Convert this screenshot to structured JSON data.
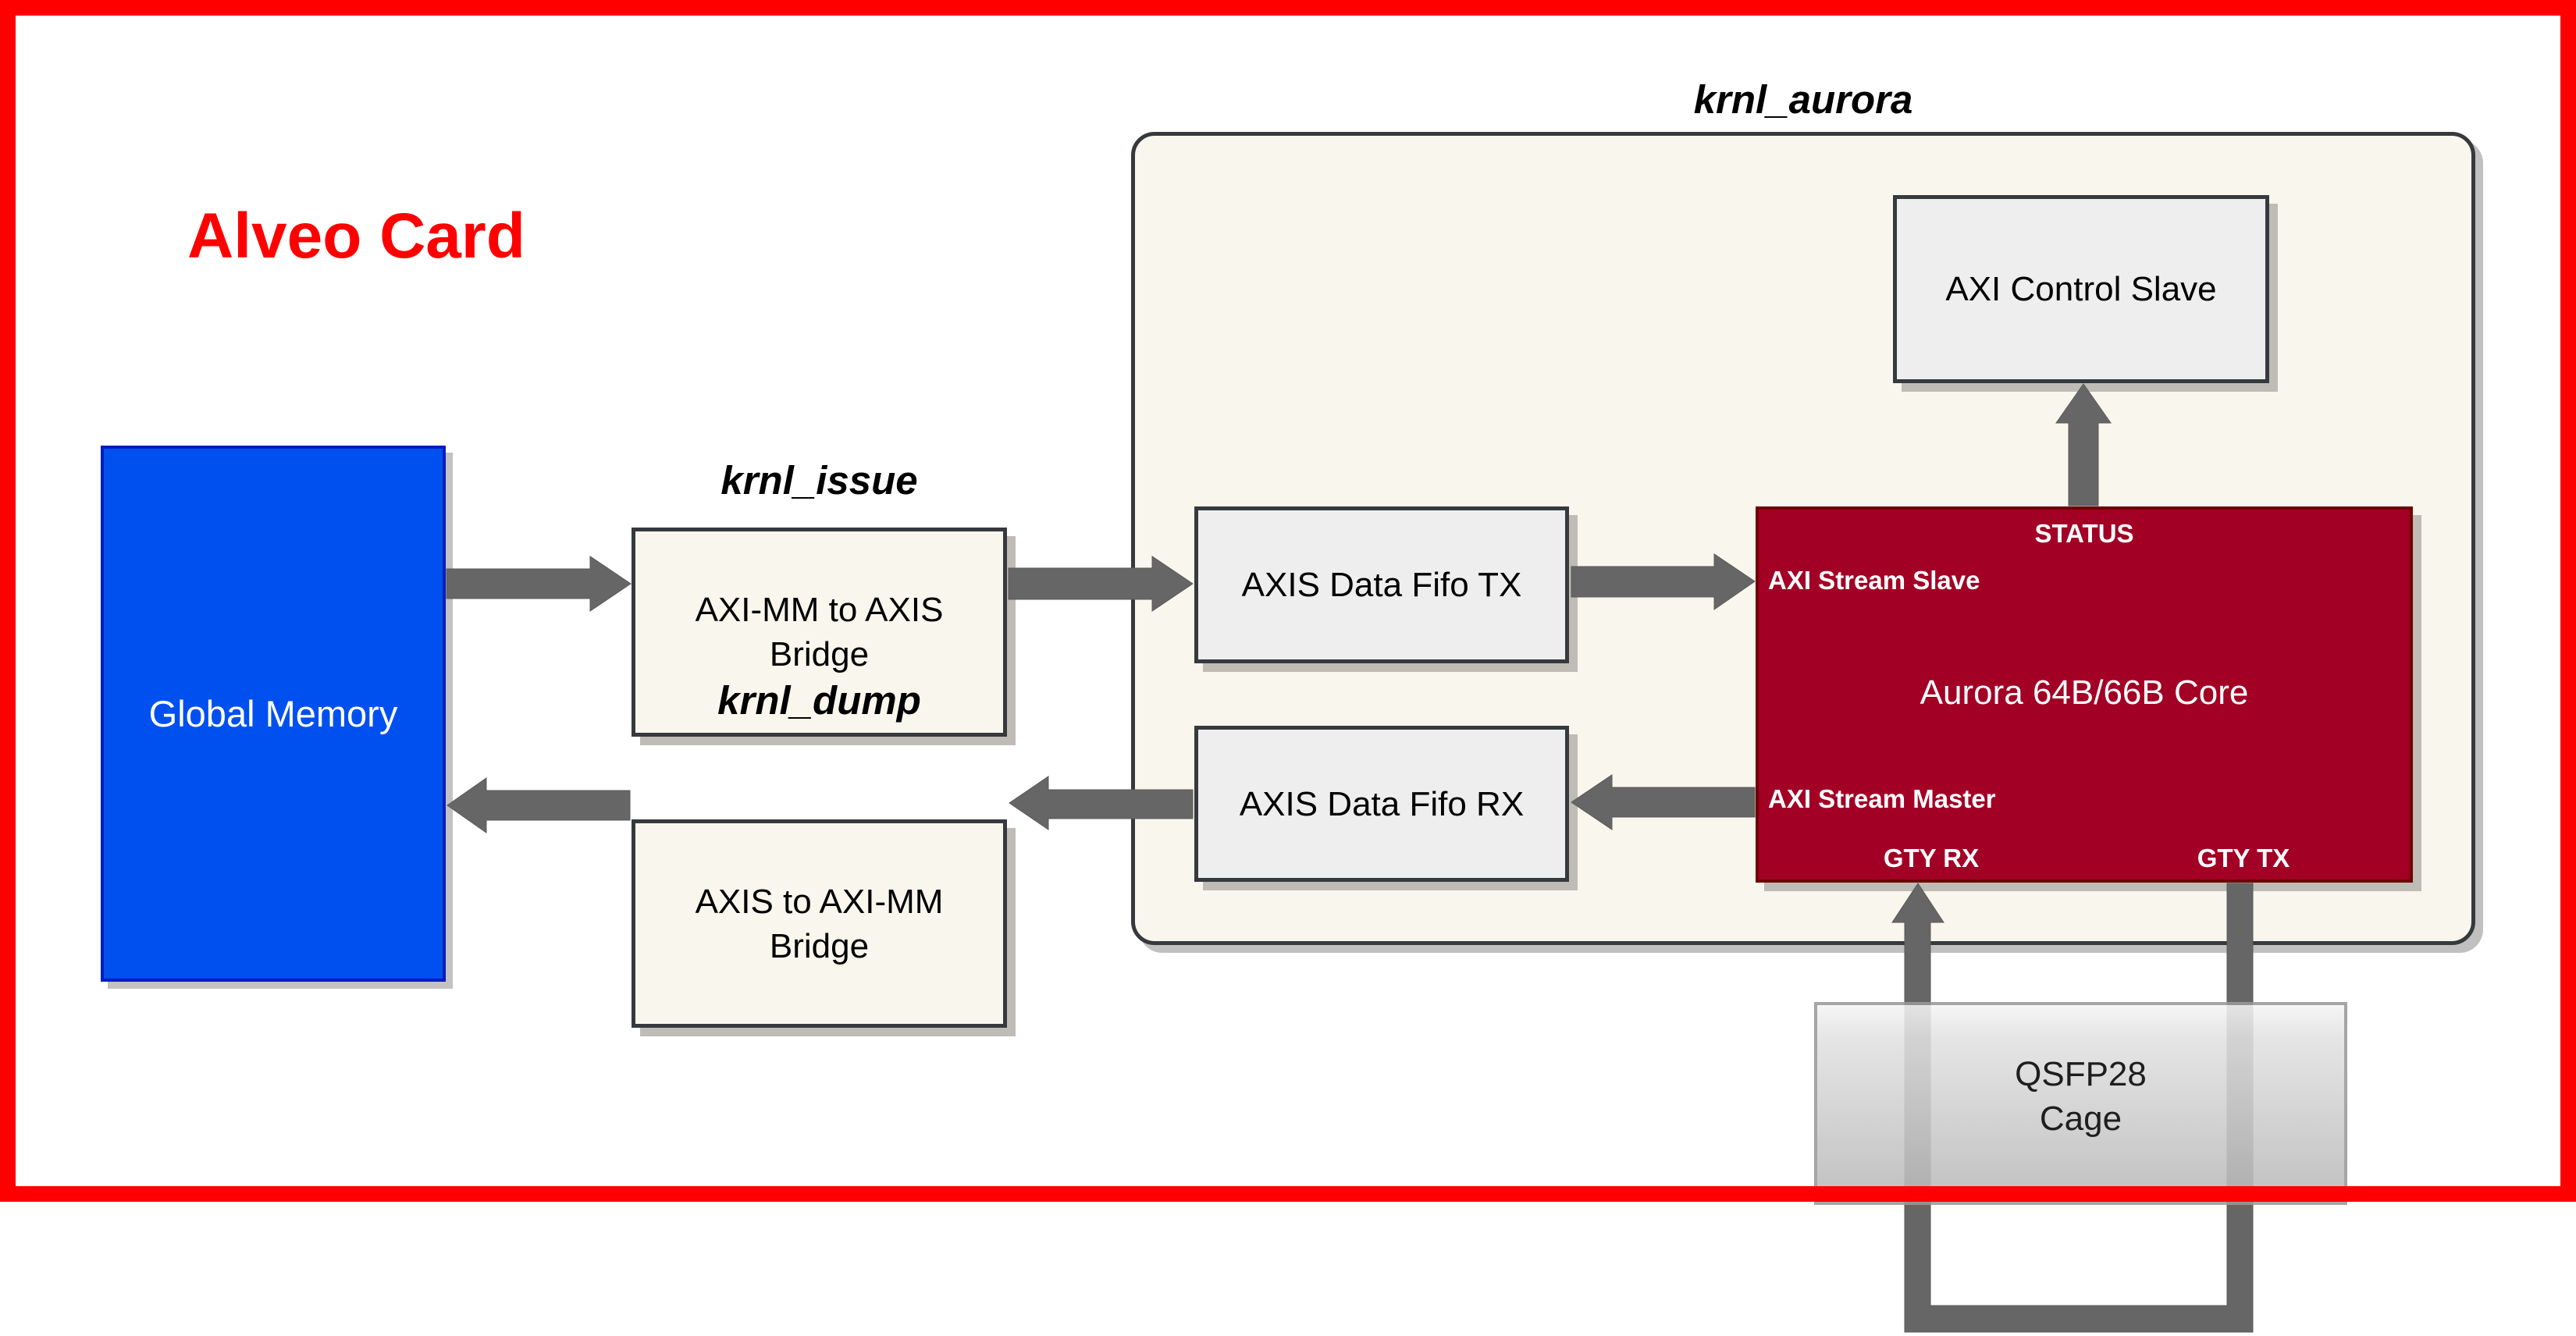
{
  "diagram": {
    "card_title": "Alveo Card",
    "global_memory": {
      "label": "Global Memory",
      "color": "#0050EF"
    },
    "kernels": {
      "issue": {
        "name": "krnl_issue",
        "block_label": "AXI-MM to AXIS Bridge",
        "line1": "AXI-MM to AXIS",
        "line2": "Bridge"
      },
      "dump": {
        "name": "krnl_dump",
        "block_label": "AXIS to AXI-MM Bridge",
        "line1": "AXIS to AXI-MM",
        "line2": "Bridge"
      },
      "aurora": {
        "name": "krnl_aurora",
        "fifo_tx": "AXIS Data Fifo TX",
        "fifo_rx": "AXIS Data Fifo RX",
        "control_slave": "AXI Control Slave",
        "core": {
          "title": "Aurora 64B/66B Core",
          "color": "#A20025",
          "ports": {
            "status": "STATUS",
            "stream_slave": "AXI Stream Slave",
            "stream_master": "AXI Stream Master",
            "gty_rx": "GTY RX",
            "gty_tx": "GTY TX"
          }
        }
      }
    },
    "qsfp": {
      "line1": "QSFP28",
      "line2": "Cage"
    },
    "connections": [
      {
        "from": "Global Memory",
        "to": "AXI-MM to AXIS Bridge"
      },
      {
        "from": "AXI-MM to AXIS Bridge",
        "to": "AXIS Data Fifo TX"
      },
      {
        "from": "AXIS Data Fifo TX",
        "to": "AXI Stream Slave"
      },
      {
        "from": "AXI Stream Master",
        "to": "AXIS Data Fifo RX"
      },
      {
        "from": "AXIS Data Fifo RX",
        "to": "AXIS to AXI-MM Bridge"
      },
      {
        "from": "AXIS to AXI-MM Bridge",
        "to": "Global Memory"
      },
      {
        "from": "STATUS",
        "to": "AXI Control Slave"
      },
      {
        "from": "GTY TX",
        "to": "GTY RX",
        "via": "QSFP28 Cage loopback"
      }
    ],
    "colors": {
      "card_border": "#FF0000",
      "arrow": "#666666",
      "container_fill": "#F9F7ED",
      "block_fill": "#EEEEEE"
    }
  }
}
